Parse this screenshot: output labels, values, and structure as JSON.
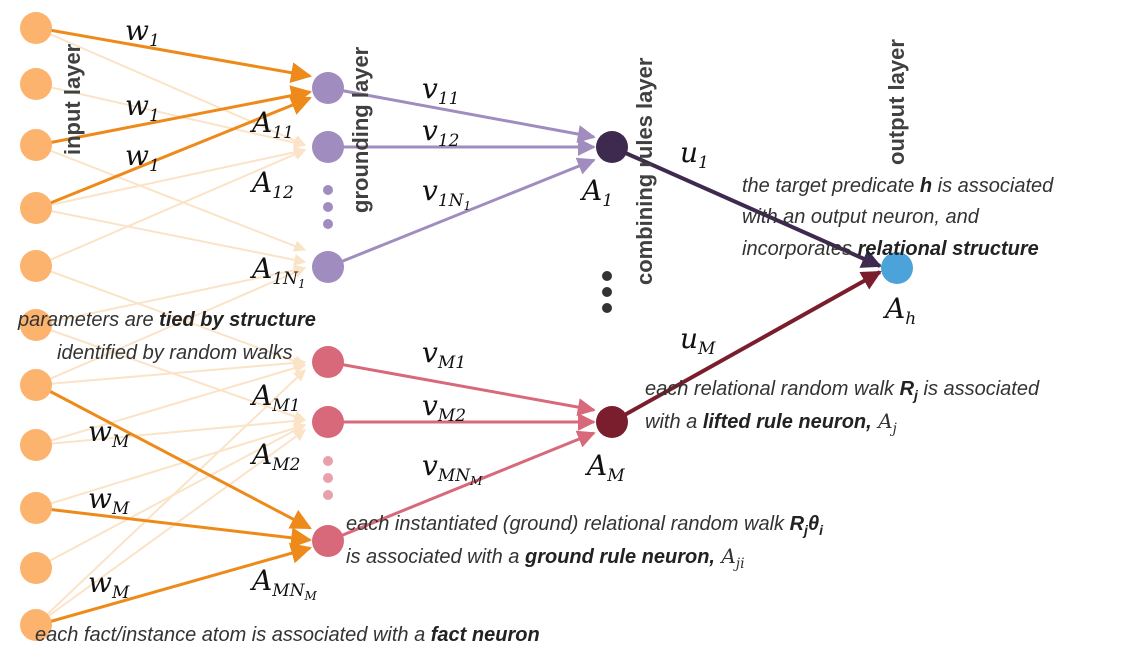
{
  "layers": {
    "input": "input layer",
    "grounding": "grounding layer",
    "combining": "combining rules layer",
    "output": "output layer"
  },
  "weights": {
    "w": "w",
    "w_sub_1": "1",
    "w_sub_M": "M",
    "v": "v",
    "v11": "11",
    "v12": "12",
    "v1N1": "1N",
    "vM1": "M1",
    "vM2": "M2",
    "vMNM": "MN",
    "u": "u",
    "u1": "1",
    "uM": "M",
    "N1_sub": "1",
    "NM_sub": "M"
  },
  "node_labels": {
    "A": "A",
    "A11": "11",
    "A12": "12",
    "A1N1": "1N",
    "AM1": "M1",
    "AM2": "M2",
    "AMNM": "MN",
    "A1": "1",
    "AM": "M",
    "Ah": "h"
  },
  "annotations": {
    "output_note": {
      "line1_pre": "the target predicate ",
      "line1_bold": "h",
      "line1_post": " is associated",
      "line2": "with an output neuron, and",
      "line3_pre": "incorporates ",
      "line3_bold": "relational structure"
    },
    "tied_note": {
      "line1_pre": "parameters are ",
      "line1_bold": "tied by structure",
      "line2": "identified by random walks"
    },
    "lifted_note": {
      "line1_pre": "each relational random walk ",
      "line1_bold": "R",
      "line1_bold_sub": "j",
      "line1_post": " is associated",
      "line2_pre": "with a  ",
      "line2_bold": "lifted rule neuron,",
      "line2_math": " A",
      "line2_math_sub": "j"
    },
    "ground_note": {
      "line1_pre": "each instantiated (ground) relational random walk ",
      "line1_bold": "R",
      "line1_bold_sub": "j",
      "line1_theta": "θ",
      "line1_theta_sub": "i",
      "line2_pre": "is associated with a ",
      "line2_bold": "ground rule neuron,",
      "line2_math": " A",
      "line2_math_sub": "ji"
    },
    "fact_note": {
      "pre": "each fact/instance atom is associated with a ",
      "bold": "fact neuron"
    }
  },
  "colors": {
    "input_node": "#FBB36E",
    "grounding_top": "#A08CBE",
    "grounding_bottom": "#D8697A",
    "combine_top": "#3F2A4F",
    "combine_bottom": "#7A1E2E",
    "output_node": "#4BA3DA",
    "orange_edge": "#EE8A1A",
    "faint_edge": "#FBE3C8",
    "purple_edge": "#A08CBE",
    "pink_edge": "#D8697A",
    "u1_edge": "#3F2A4F",
    "uM_edge": "#7A1E2E"
  }
}
